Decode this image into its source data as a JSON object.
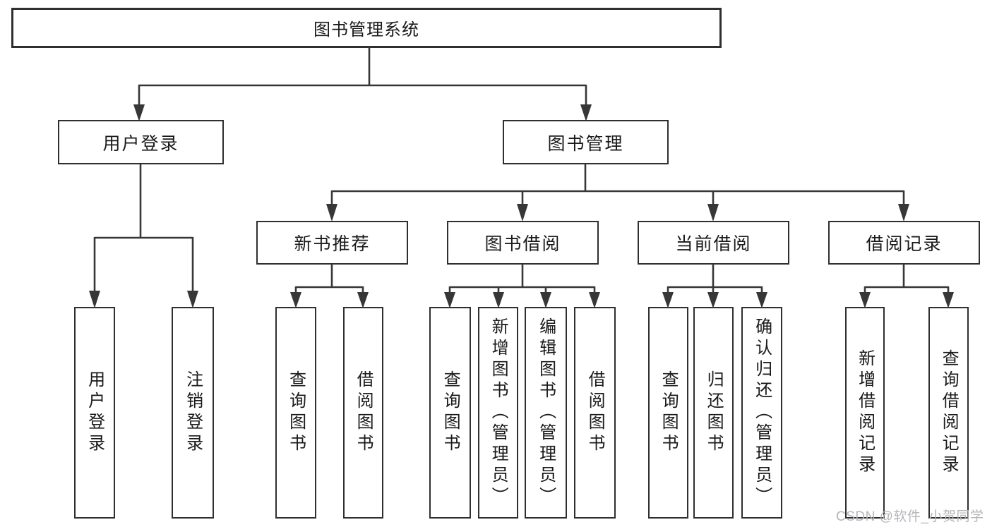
{
  "tree": {
    "root_label": "图书管理系统",
    "branches": [
      {
        "label": "用户登录",
        "children": [
          "用户登录",
          "注销登录"
        ]
      },
      {
        "label": "图书管理",
        "sections": [
          {
            "label": "新书推荐",
            "children": [
              "查询图书",
              "借阅图书"
            ]
          },
          {
            "label": "图书借阅",
            "children": [
              "查询图书",
              "新增图书（管理员）",
              "编辑图书（管理员）",
              "借阅图书"
            ]
          },
          {
            "label": "当前借阅",
            "children": [
              "查询图书",
              "归还图书",
              "确认归还（管理员）"
            ]
          },
          {
            "label": "借阅记录",
            "children": [
              "新增借阅记录",
              "查询借阅记录"
            ]
          }
        ]
      }
    ]
  },
  "watermark": "CSDN @软件_小贺同学",
  "colors": {
    "line": "#373737",
    "box_border": "#2f2f2f",
    "text": "#1a1a1a",
    "watermark": "#b5b6ba",
    "background": "#ffffff"
  }
}
